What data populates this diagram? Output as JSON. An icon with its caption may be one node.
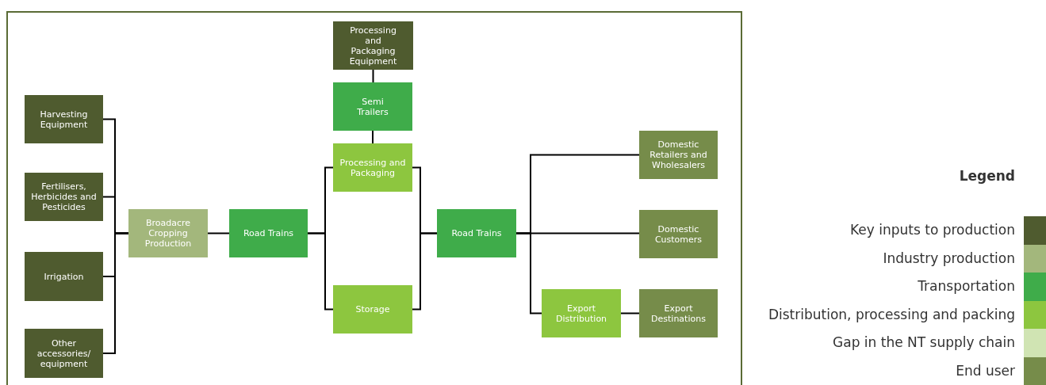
{
  "diagram": {
    "nodes": [
      {
        "text": [
          "Harvesting Equipment"
        ]
      },
      {
        "text": [
          "Fertilisers, Herbicides and Pesticides"
        ]
      },
      {
        "text": [
          "Irrigation"
        ]
      },
      {
        "text": [
          "Other accessories/ equipment"
        ]
      },
      {
        "text": [
          "Broadacre Cropping Production"
        ]
      },
      {
        "text": [
          "Road Trains"
        ]
      },
      {
        "text": [
          "Processing and Packaging Equipment"
        ]
      },
      {
        "text": [
          "Semi Trailers"
        ]
      },
      {
        "text": [
          "Processing and Packaging"
        ]
      },
      {
        "text": [
          "Storage"
        ]
      },
      {
        "text": [
          "Road Trains"
        ]
      },
      {
        "text": [
          "Domestic Retailers and Wholesalers"
        ]
      },
      {
        "text": [
          "Domestic Customers"
        ]
      },
      {
        "text": [
          "Export Distribution"
        ]
      },
      {
        "text": [
          "Export Destinations"
        ]
      }
    ],
    "edges": [
      {
        "from": 0,
        "to": 4,
        "arrow": "none"
      },
      {
        "from": 1,
        "to": 4,
        "arrow": "none"
      },
      {
        "from": 2,
        "to": 4,
        "arrow": "none"
      },
      {
        "from": 3,
        "to": 4,
        "arrow": "none"
      },
      {
        "from": 4,
        "to": 5,
        "arrow": "none"
      },
      {
        "from": 5,
        "to": 8,
        "arrow": "none"
      },
      {
        "from": 5,
        "to": 9,
        "arrow": "none"
      },
      {
        "from": 6,
        "to": 7,
        "arrow": "none"
      },
      {
        "from": 7,
        "to": 8,
        "arrow": "none"
      },
      {
        "from": 8,
        "to": 10,
        "arrow": "none"
      },
      {
        "from": 9,
        "to": 10,
        "arrow": "none"
      },
      {
        "from": 10,
        "to": 11,
        "arrow": "none"
      },
      {
        "from": 10,
        "to": 12,
        "arrow": "none"
      },
      {
        "from": 10,
        "to": 13,
        "arrow": "none"
      },
      {
        "from": 13,
        "to": 14,
        "arrow": "none"
      }
    ],
    "labels": [
      "Legend"
    ],
    "legend": [
      {
        "text": "Key inputs to production",
        "color": "#4f5b2f"
      },
      {
        "text": "Industry production",
        "color": "#a3b77c"
      },
      {
        "text": "Transportation",
        "color": "#3fac4a"
      },
      {
        "text": "Distribution, processing and packing",
        "color": "#8dc63f"
      },
      {
        "text": "Gap in the NT supply chain",
        "color": "#d0e4b3"
      },
      {
        "text": "End user",
        "color": "#768c4a"
      }
    ]
  }
}
